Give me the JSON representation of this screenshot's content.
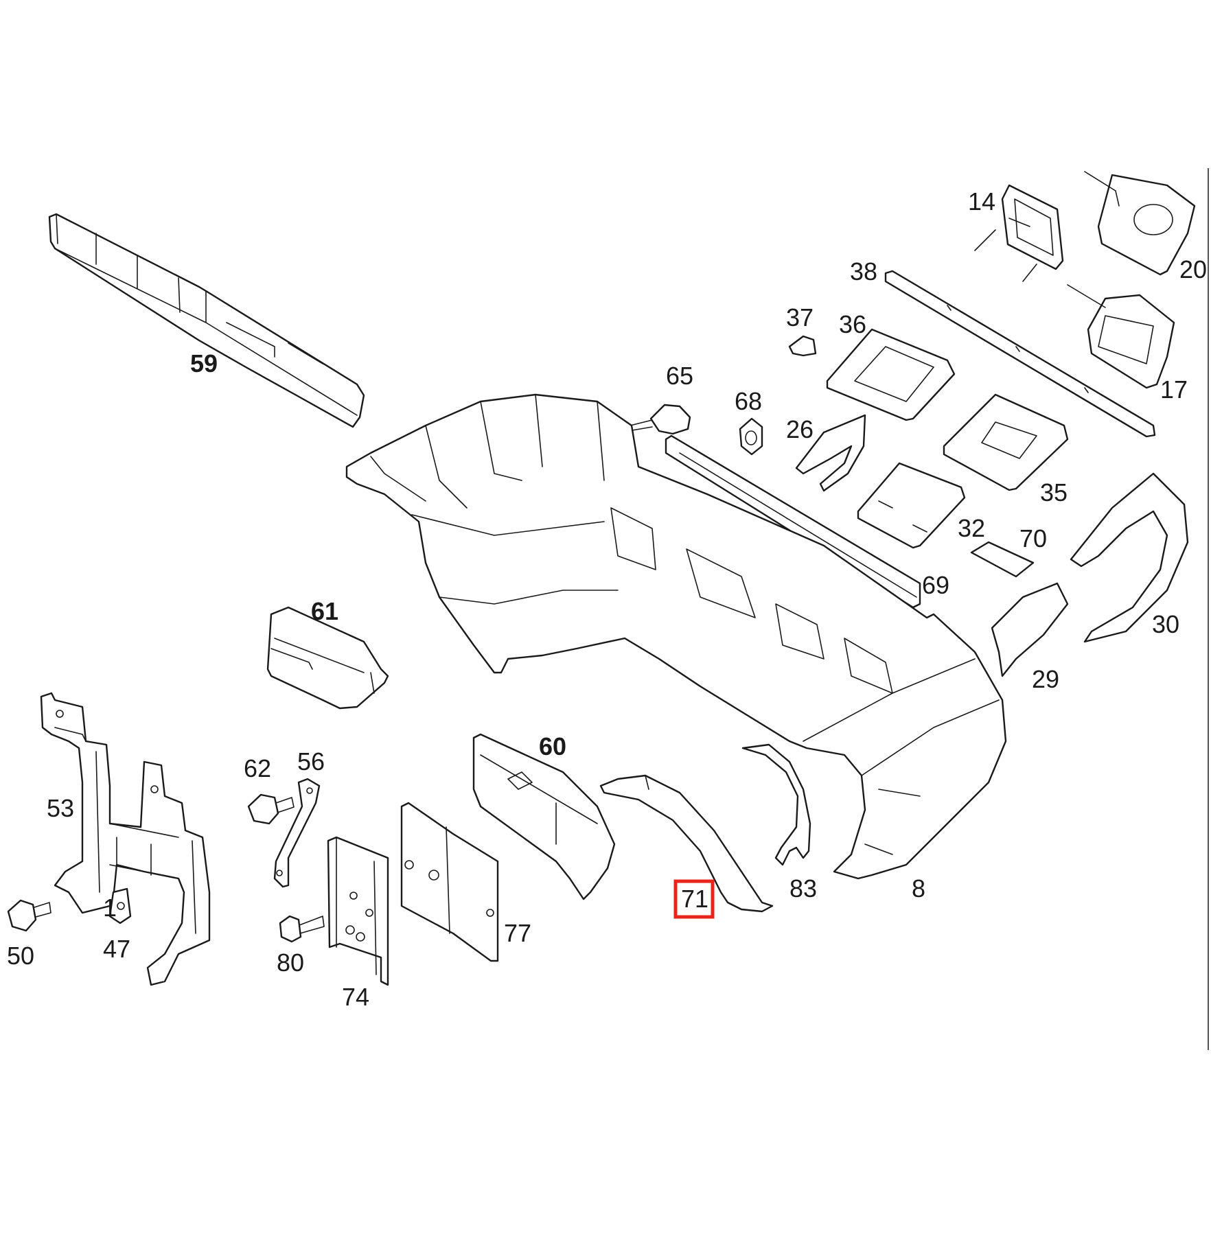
{
  "diagram": {
    "highlight_color": "#e8241b",
    "highlighted_callout": "71",
    "callouts": {
      "c14": "14",
      "c20": "20",
      "c38": "38",
      "c37": "37",
      "c36": "36",
      "c17": "17",
      "c59": "59",
      "c65": "65",
      "c68": "68",
      "c26": "26",
      "c35": "35",
      "c32": "32",
      "c70": "70",
      "c69": "69",
      "c30": "30",
      "c61": "61",
      "c29": "29",
      "c60": "60",
      "c62": "62",
      "c56": "56",
      "c53": "53",
      "c83": "83",
      "c8": "8",
      "c71": "71",
      "c77": "77",
      "c50": "50",
      "c47": "47",
      "c80": "80",
      "c74": "74",
      "c1": "1"
    }
  }
}
